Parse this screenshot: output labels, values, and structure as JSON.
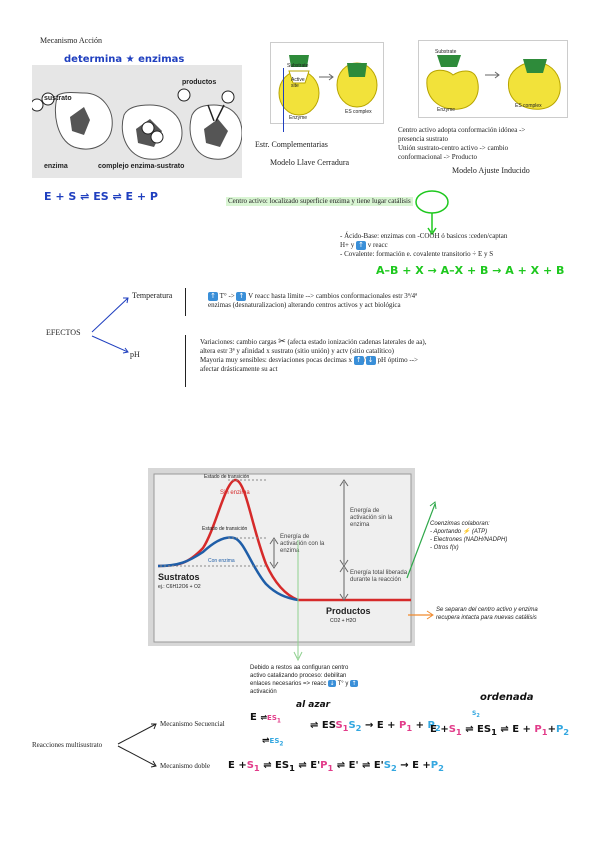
{
  "title": "Mecanismo Acción",
  "handwritten_top": "determina ★ enzimas",
  "enzyme_fig": {
    "label_sustrato": "sustrato",
    "label_productos": "productos",
    "label_enzima": "enzima",
    "label_complejo": "complejo enzima-sustrato"
  },
  "equation_es": "E + S ⇌ ES ⇌ E + P",
  "lock_key": {
    "label_substrate": "Substrate",
    "label_active_site": "Active site",
    "label_enzyme": "Enzyme",
    "label_es": "ES complex",
    "caption_estr": "Estr. Complementarias",
    "caption_model": "Modelo Llave Cerradura"
  },
  "induced_fit": {
    "label_substrate": "Substrate",
    "label_enzyme": "Enzyme",
    "label_es": "ES complex",
    "notes": [
      "Centro activo adopta conformación idónea ->",
      "presencia sustrato",
      "Unión sustrato-centro activo -> cambio",
      "conformacional -> Producto"
    ],
    "caption_model": "Modelo Ajuste Inducido"
  },
  "centro_activo": "Centro activo: localizado superficie enzima y tiene lugar catálisis",
  "catalysis": {
    "acid_base": "- Ácido-Base: enzimas con -COOH ó basicos :ceden/captan",
    "acid_base_2": "H+ y",
    "acid_base_2b": "v reacc",
    "covalente": "- Covalente: formación e. covalente transitorio",
    "covalente_b": "E y S",
    "reaction": "A–B + X → A–X + B → A + X + B"
  },
  "efectos": {
    "label": "EFECTOS",
    "temperatura": "Temperatura",
    "ph": "pH",
    "temp_line1a": "T° ->",
    "temp_line1b": "V reacc hasta límite --> cambios conformacionales estr 3ª/4ª",
    "temp_line2": "enzimas (desnaturalizacion) alterando centros activos y act biológica",
    "ph_line1a": "Variaciones: cambio cargas",
    "ph_line1b": "(afecta estado ionización cadenas laterales de aa),",
    "ph_line2": "altera estr 3ª y afinidad x sustrato (sitio unión) y actv (sitio catalítico)",
    "ph_line3a": "Mayoria muy sensibles: desviaciones pocas decimas x",
    "ph_line3b": "pH óptimo -->",
    "ph_line4": "afectar drásticamente su act"
  },
  "chart_data": {
    "type": "line",
    "title": "",
    "series": [
      {
        "name": "Sin enzima",
        "color": "#d62a2a"
      },
      {
        "name": "Con enzima",
        "color": "#1f5ea8"
      }
    ],
    "labels": {
      "estado_transicion_1": "Estado de transición",
      "estado_transicion_2": "Estado de transición",
      "sin_enzima": "Sin enzima",
      "con_enzima": "Con enzima",
      "energia_con": "Energía de activación con la enzima",
      "energia_sin": "Energía de activación sin la enzima",
      "energia_total": "Energía total liberada durante la reacción",
      "sustratos": "Sustratos",
      "sustratos_formula": "ej.: C6H12O6 + O2",
      "productos": "Productos",
      "productos_formula": "CO2 + H2O"
    }
  },
  "coenzimas": {
    "title": "Coenzimas colaboran:",
    "items": [
      "- Aportando ⚡ (ATP)",
      "- Electrones (NADH/NADPH)",
      "- Otros f(x)"
    ]
  },
  "separan_note": "Se separan del centro activo y enzima recupera intacta para nuevas catálisis",
  "restos_note": {
    "line1": "Debido a restos aa configuran centro",
    "line2": "activo catalizando proceso: debilitan",
    "line3": "enlaces necesarios => reacc",
    "line3b": "T° y",
    "line4": "activación"
  },
  "multisustrato": {
    "label": "Reacciones multisustrato",
    "secuencial": "Mecanismo Secuencial",
    "doble": "Mecanismo doble",
    "al_azar": "al azar",
    "ordenada": "ordenada"
  }
}
